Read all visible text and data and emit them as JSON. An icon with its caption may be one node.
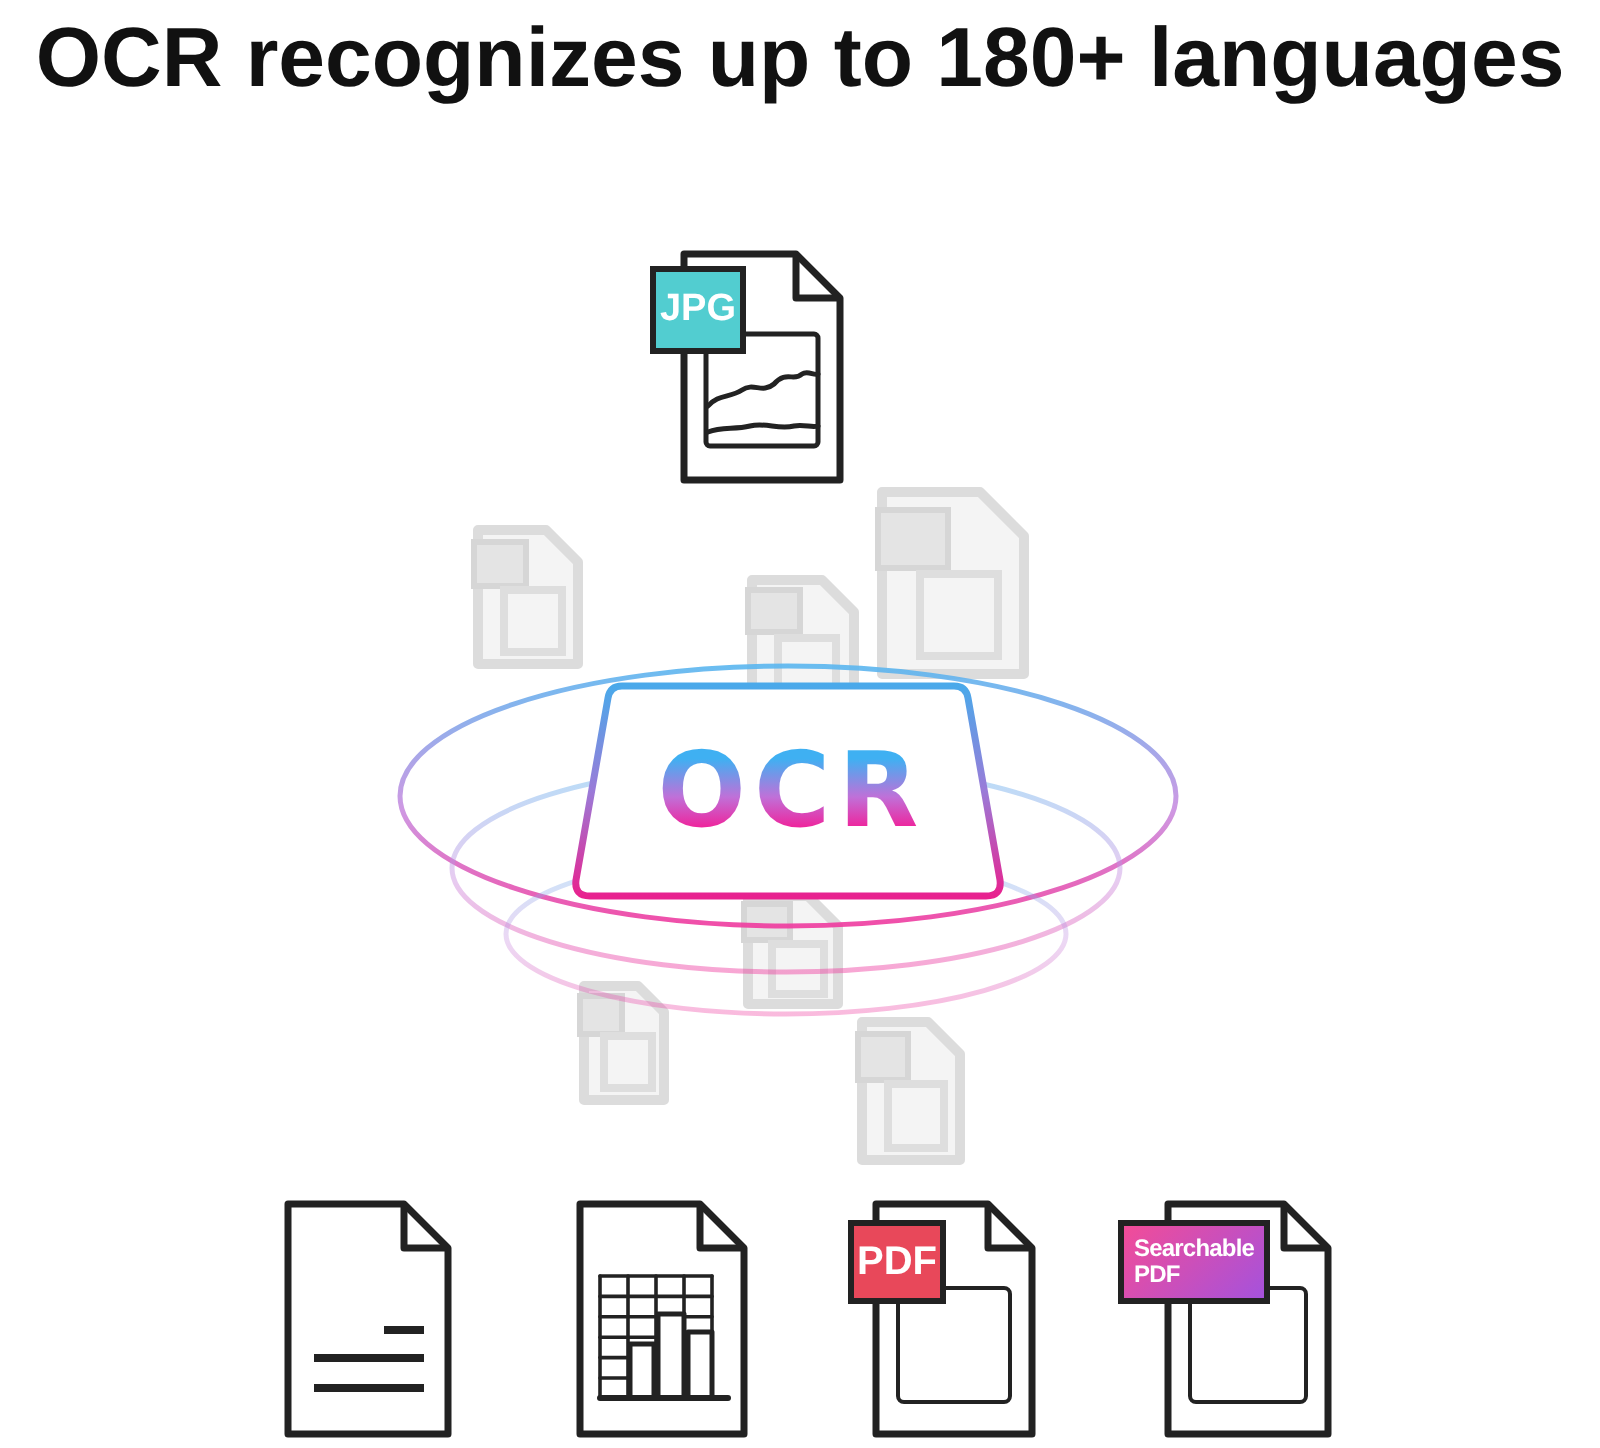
{
  "diagram": {
    "title": "OCR recognizes up to 180+ languages",
    "nodes": [
      {
        "text": [
          "JPG"
        ]
      },
      {
        "text": [
          "OCR"
        ]
      },
      {
        "text": [],
        "shape": "picture"
      },
      {
        "text": [],
        "shape": "picture"
      },
      {
        "text": [
          "PDF"
        ]
      },
      {
        "text": [
          "Searchable PDF"
        ]
      }
    ]
  }
}
